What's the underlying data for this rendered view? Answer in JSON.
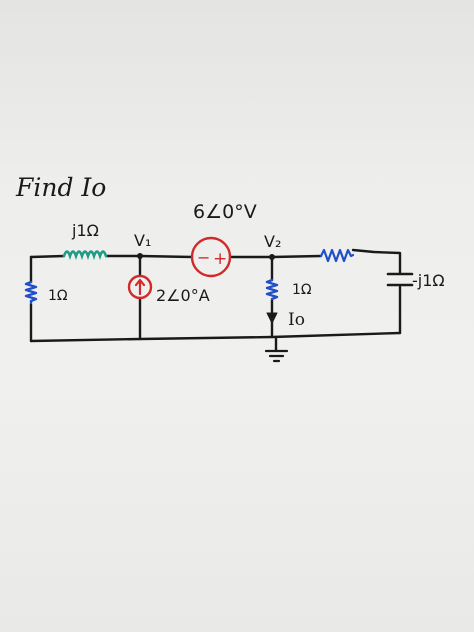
{
  "title": "Find Io",
  "source_label": "6∠0°V",
  "inductor_label": "j1Ω",
  "node_v1": "V₁",
  "node_v2": "V₂",
  "left_resistor_label": "1Ω",
  "current_source_label": "2∠0°A",
  "mid_resistor_label": "1Ω",
  "io_label": "Io",
  "capacitor_label": "-j1Ω",
  "source_polarity_minus": "−",
  "source_polarity_plus": "+",
  "colors": {
    "ink": "#1a1a1a",
    "red": "#d02a2a",
    "teal": "#1f9a85",
    "blue": "#1f4fc9"
  }
}
